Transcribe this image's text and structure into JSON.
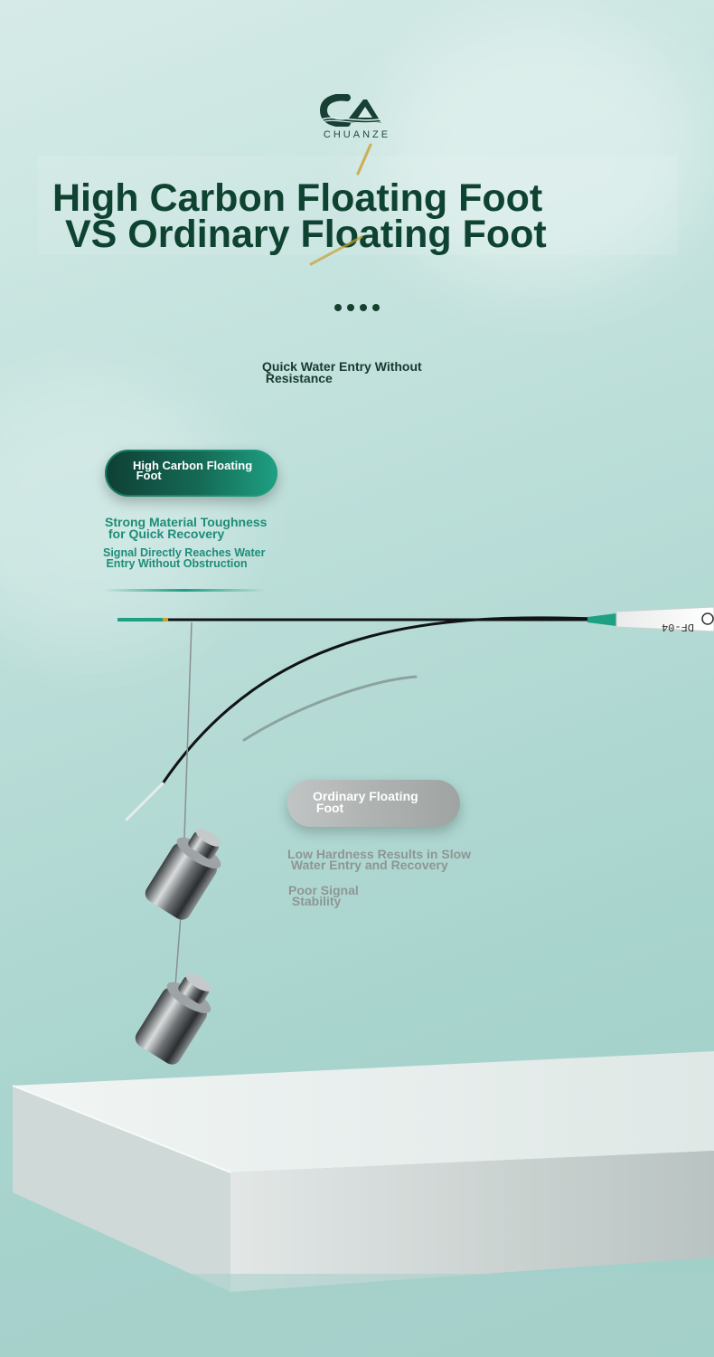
{
  "brand": {
    "name": "CHUANZE",
    "mark": "CA",
    "color": "#173f33"
  },
  "headline": {
    "line1": "High Carbon Floating Foot",
    "line2": "VS Ordinary Floating Foot",
    "color": "#0f4331"
  },
  "dots_count": 4,
  "feature_top": "Quick Water Entry Without\n Resistance",
  "high_carbon": {
    "label": "High Carbon Floating\n Foot",
    "points": [
      "Strong Material Toughness\n for Quick Recovery",
      "Signal Directly Reaches Water\n Entry Without Obstruction"
    ],
    "color": "#1e8d78"
  },
  "ordinary": {
    "label": "Ordinary Floating\n Foot",
    "points": [
      "Low Hardness Results in Slow\n Water Entry and Recovery",
      "Poor Signal\n Stability"
    ],
    "color": "#8e9694"
  },
  "rod": {
    "label": "DF-04"
  }
}
